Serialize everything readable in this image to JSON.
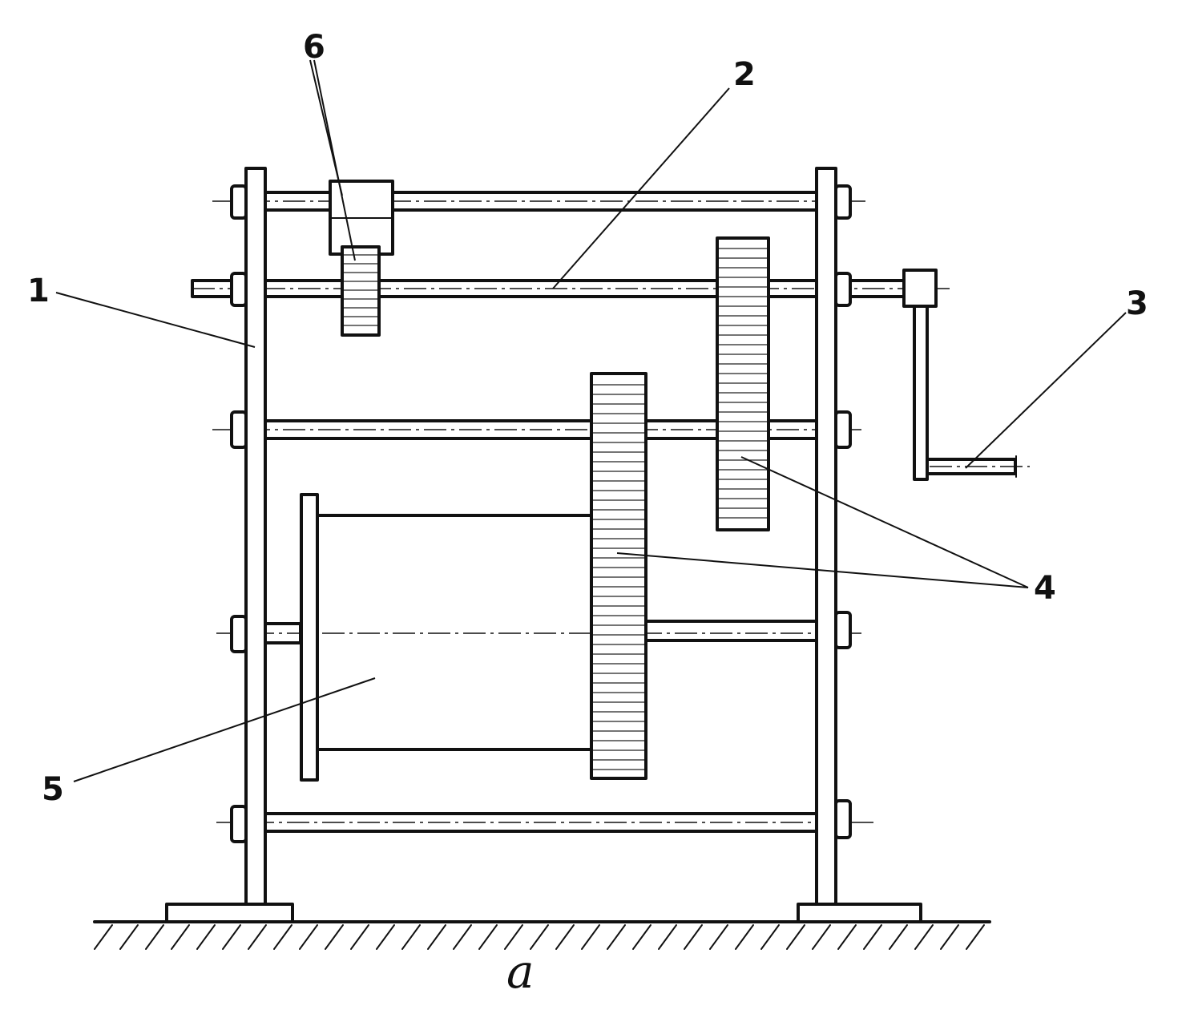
{
  "figure": {
    "caption": "a",
    "callouts": {
      "frame": "1",
      "upper_shaft": "2",
      "crank_handle": "3",
      "gears": "4",
      "drum": "5",
      "pinion": "6"
    }
  }
}
